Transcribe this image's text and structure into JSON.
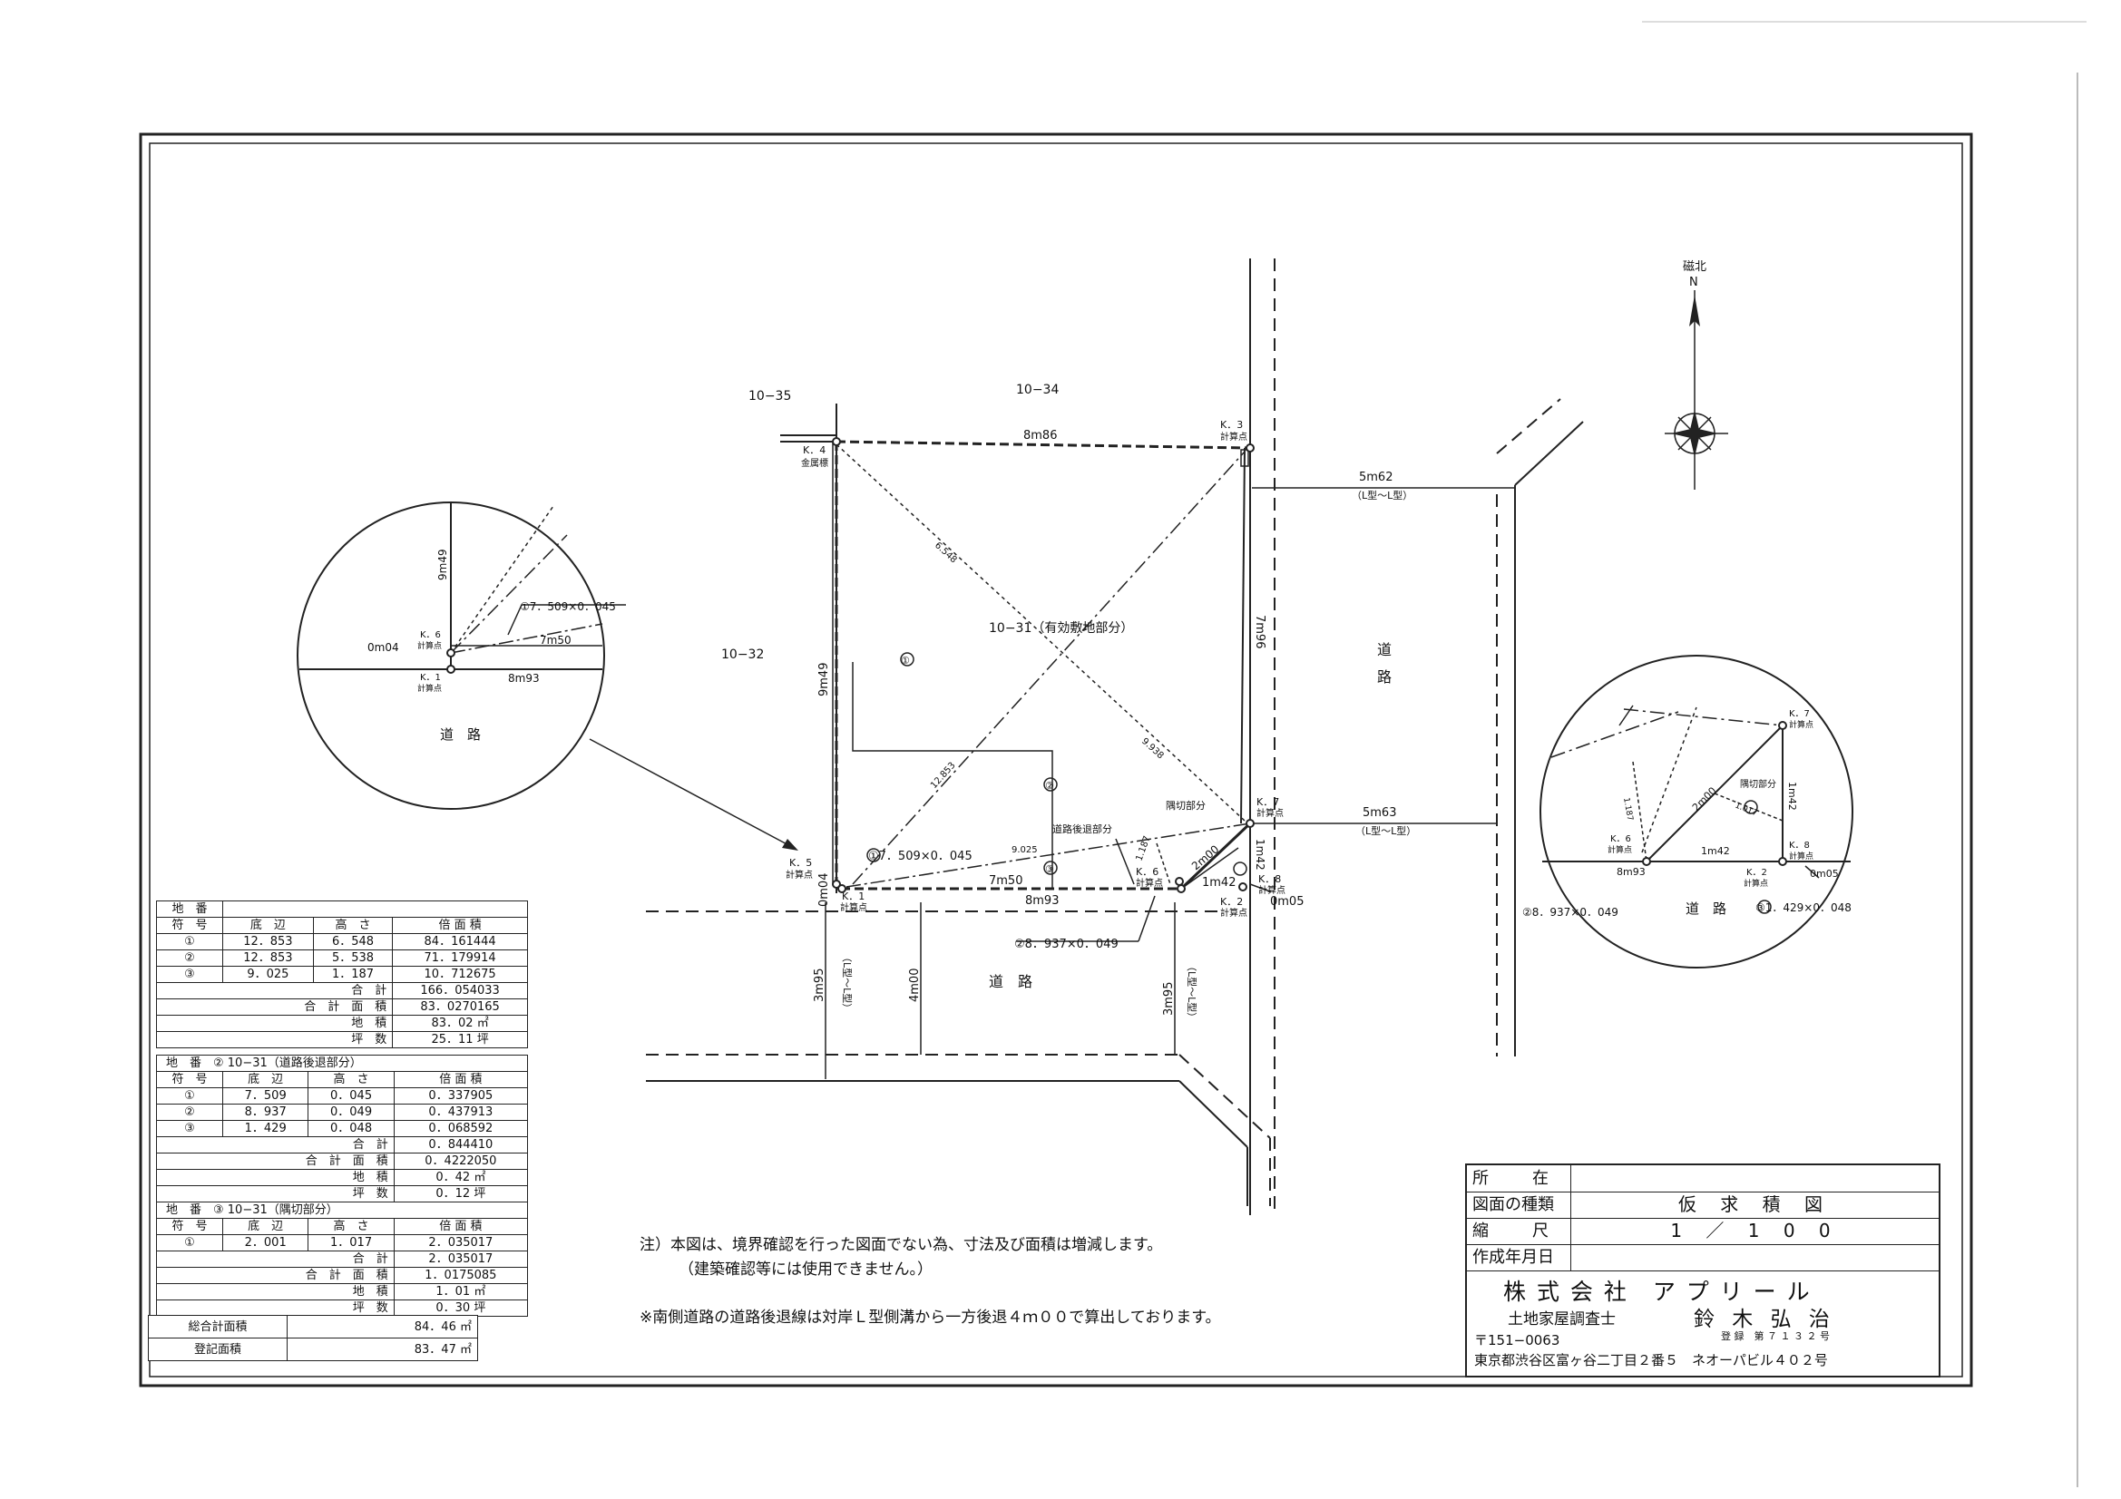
{
  "parcels": {
    "north_left": "10−35",
    "north": "10−34",
    "west": "10−32",
    "main": "10−31（有効敷地部分）",
    "area_mark_1": "①",
    "area_mark_2": "②",
    "area_mark_3": "③"
  },
  "roads": {
    "east": "道\n路",
    "east_top": "道",
    "east_bottom": "路",
    "south": "道　路",
    "south_label": "道　路"
  },
  "dims": {
    "north_edge": "8m86",
    "west_edge": "9m49",
    "east_edge": "7m96",
    "south_edge": "8m93",
    "south_inner": "7m50",
    "west_small": "0m04",
    "corner_diag": "2m00",
    "corner_side": "1m42",
    "corner_small": "0m05",
    "east_road_top": "5m62",
    "east_road_top_note": "（L型〜L型）",
    "east_road_bottom": "5m63",
    "east_road_bottom_note": "（L型〜L型）",
    "south_road_left": "3m95",
    "south_road_left_note": "（L型〜L型）",
    "south_road_mid": "4m00",
    "south_road_right": "3m95",
    "south_road_right_note": "（L型〜L型）",
    "diag_1": "6.548",
    "diag_2": "9.938",
    "diag_3": "12.853",
    "diag_4": "9.025",
    "diag_5": "1.187"
  },
  "points": {
    "k1": "K．1\n計算点",
    "k1_a": "K．1",
    "k1_b": "計算点",
    "k2_a": "K．2",
    "k2_b": "計算点",
    "k3_a": "K．3",
    "k3_b": "計算点",
    "k4_a": "K．4",
    "k4_b": "金属標",
    "k5_a": "K．5",
    "k5_b": "計算点",
    "k6_a": "K．6",
    "k6_b": "計算点",
    "k7_a": "K．7",
    "k7_b": "計算点",
    "k8_a": "K．8",
    "k8_b": "計算点"
  },
  "callouts": {
    "c1": "①7．509×0．045",
    "c2": "②8．937×0．049",
    "c3": "③1．429×0．048",
    "road_setback": "道路後退部分",
    "corner_cut": "隅切部分"
  },
  "details": {
    "left_road": "道　路",
    "left_dim_v": "9m49",
    "left_dim_small": "0m04",
    "left_dim_h1": "7m50",
    "left_dim_h2": "8m93",
    "left_callout": "①7．509×0．045",
    "right_road": "道　路",
    "right_dim_diag": "2m00",
    "right_dim_v": "1m42",
    "right_dim_h1": "8m93",
    "right_dim_h2": "1m42",
    "right_dim_small": "0m05",
    "right_dim_a": "1.187",
    "right_dim_b": "1.017",
    "right_label": "隅切部分",
    "right_callout_2": "②8．937×0．049",
    "right_callout_3": "③1．429×0．048"
  },
  "compass": {
    "label_top": "磁北",
    "label_n": "N"
  },
  "table1": {
    "title": "地　番",
    "headers": [
      "符　号",
      "底　辺",
      "高　さ",
      "倍 面 積"
    ],
    "rows": [
      [
        "①",
        "12．853",
        "6．548",
        "84．161444"
      ],
      [
        "②",
        "12．853",
        "5．538",
        "71．179914"
      ],
      [
        "③",
        "9．025",
        "1．187",
        "10．712675"
      ]
    ],
    "sum_label": "合　計",
    "sum_value": "166．054033",
    "total_label": "合　計　面　積",
    "total_value": "83．0270165",
    "area_label": "地　積",
    "area_value": "83．02",
    "tsubo_label": "坪　数",
    "tsubo_value": "25．11"
  },
  "table2": {
    "title": "地　番　② 10−31（道路後退部分）",
    "headers": [
      "符　号",
      "底　辺",
      "高　さ",
      "倍 面 積"
    ],
    "rows": [
      [
        "①",
        "7．509",
        "0．045",
        "0．337905"
      ],
      [
        "②",
        "8．937",
        "0．049",
        "0．437913"
      ],
      [
        "③",
        "1．429",
        "0．048",
        "0．068592"
      ]
    ],
    "sum_label": "合　計",
    "sum_value": "0．844410",
    "total_label": "合　計　面　積",
    "total_value": "0．4222050",
    "area_label": "地　積",
    "area_value": "0．42",
    "tsubo_label": "坪　数",
    "tsubo_value": "0．12"
  },
  "table3": {
    "title": "地　番　③ 10−31（隅切部分）",
    "headers": [
      "符　号",
      "底　辺",
      "高　さ",
      "倍 面 積"
    ],
    "rows": [
      [
        "①",
        "2．001",
        "1．017",
        "2．035017"
      ]
    ],
    "sum_label": "合　計",
    "sum_value": "2．035017",
    "total_label": "合　計　面　積",
    "total_value": "1．0175085",
    "area_label": "地　積",
    "area_value": "1．01",
    "tsubo_label": "坪　数",
    "tsubo_value": "0．30"
  },
  "totals": {
    "total_area_label": "総合計面積",
    "total_area_value": "84．46",
    "reg_area_label": "登記面積",
    "reg_area_value": "83．47",
    "unit_m2": "㎡",
    "unit_tsubo": "坪"
  },
  "notes": {
    "note_line1": "注）本図は、境界確認を行った図面でない為、寸法及び面積は増減します。",
    "note_line2": "（建築確認等には使用できません。）",
    "note_line3": "※南側道路の道路後退線は対岸Ｌ型側溝から一方後退４ｍ００で算出しております。"
  },
  "titleblock": {
    "k_location": "所　　在",
    "k_type": "図面の種類",
    "v_type": "仮 求 積 図",
    "k_scale": "縮　　尺",
    "v_scale": "1 ／ 1 0 0",
    "k_date": "作成年月日",
    "company": "株 式 会 社　ア プ リ ー ル",
    "role": "土地家屋調査士",
    "name": "鈴 木 弘 治",
    "reg": "登 録　第 ７ １ ３ ２ 号",
    "postal": "〒151−0063",
    "address": "東京都渋谷区富ヶ谷二丁目２番５　ネオーパビル４０２号"
  }
}
